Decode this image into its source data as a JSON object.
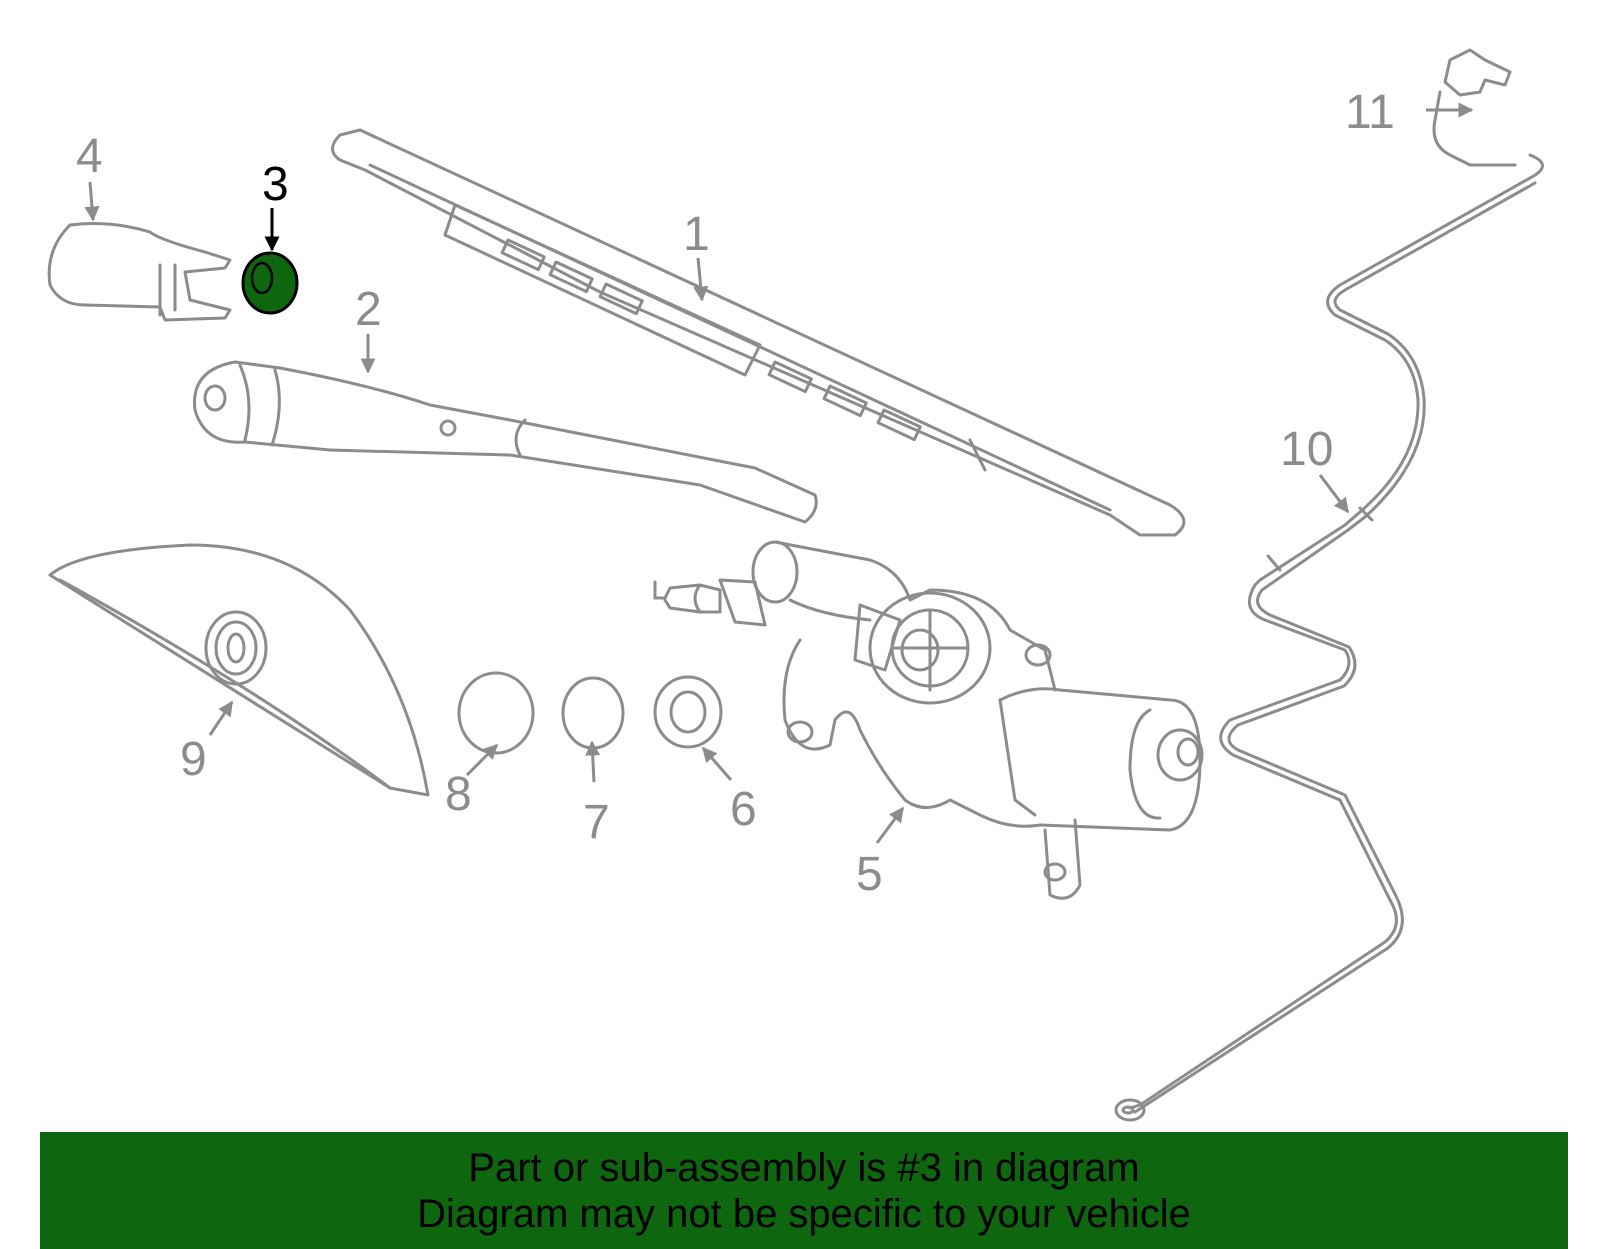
{
  "colors": {
    "highlight": "#0e660e",
    "outline": "#8c8c8c",
    "highlight_label": "#000000"
  },
  "highlighted_part": "3",
  "callouts": {
    "c1": "1",
    "c2": "2",
    "c3": "3",
    "c4": "4",
    "c5": "5",
    "c6": "6",
    "c7": "7",
    "c8": "8",
    "c9": "9",
    "c10": "10",
    "c11": "11"
  },
  "banner": {
    "line1": "Part or sub-assembly is #3 in diagram",
    "line2": "Diagram may not be specific to your vehicle"
  }
}
